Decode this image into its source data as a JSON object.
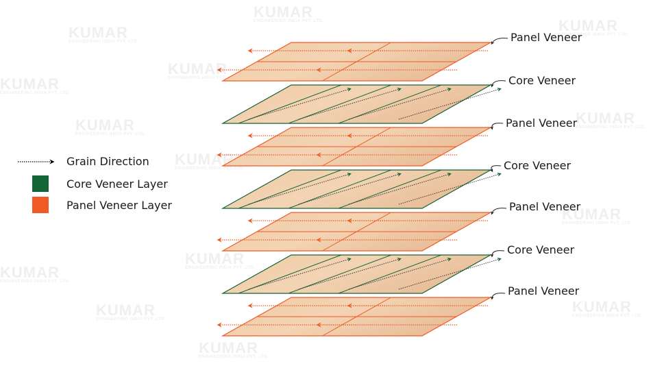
{
  "watermark": {
    "brand": "KUMAR",
    "sub": "ENGINEERING INDIA PVT. LTD."
  },
  "colors": {
    "core": "#136436",
    "panel": "#f05a24",
    "wood": "#eec8a4",
    "wood_dark": "#e3b48e"
  },
  "legend": {
    "items": [
      {
        "label": "Grain Direction",
        "kind": "arrow"
      },
      {
        "label": "Core Veneer Layer",
        "kind": "swatch",
        "color": "#136436"
      },
      {
        "label": "Panel Veneer Layer",
        "kind": "swatch",
        "color": "#f05a24"
      }
    ]
  },
  "layers": [
    {
      "label": "Panel Veneer",
      "type": "panel"
    },
    {
      "label": "Core Veneer",
      "type": "core"
    },
    {
      "label": "Panel Veneer",
      "type": "panel"
    },
    {
      "label": "Core Veneer",
      "type": "core"
    },
    {
      "label": "Panel Veneer",
      "type": "panel"
    },
    {
      "label": "Core Veneer",
      "type": "core"
    },
    {
      "label": "Panel Veneer",
      "type": "panel"
    }
  ]
}
